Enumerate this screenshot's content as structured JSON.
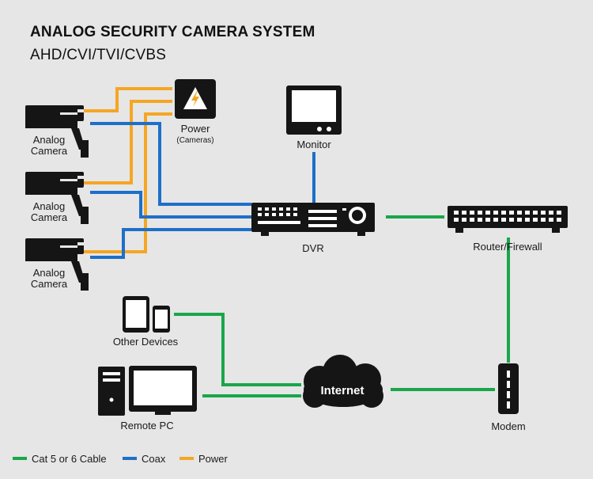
{
  "title": "ANALOG SECURITY CAMERA SYSTEM",
  "subtitle": "AHD/CVI/TVI/CVBS",
  "colors": {
    "cat": "#1aa64a",
    "coax": "#1e6fc9",
    "power": "#f5a623",
    "device": "#151515",
    "background": "#e6e6e6"
  },
  "labels": {
    "camera": "Analog\nCamera",
    "power": "Power",
    "power_sub": "(Cameras)",
    "monitor": "Monitor",
    "dvr": "DVR",
    "router": "Router/Firewall",
    "other_devices": "Other Devices",
    "internet": "Internet",
    "remote_pc": "Remote PC",
    "modem": "Modem"
  },
  "legend": [
    {
      "label": "Cat 5 or 6 Cable",
      "color": "#1aa64a"
    },
    {
      "label": "Coax",
      "color": "#1e6fc9"
    },
    {
      "label": "Power",
      "color": "#f5a623"
    }
  ],
  "icons": {
    "power_supply": "lightning-icon",
    "camera": "camera-icon",
    "monitor": "monitor-icon",
    "dvr": "dvr-icon",
    "router": "router-icon",
    "tablet": "tablet-icon",
    "phone": "phone-icon",
    "pc": "desktop-pc-icon",
    "modem": "modem-icon",
    "cloud": "cloud-icon"
  }
}
